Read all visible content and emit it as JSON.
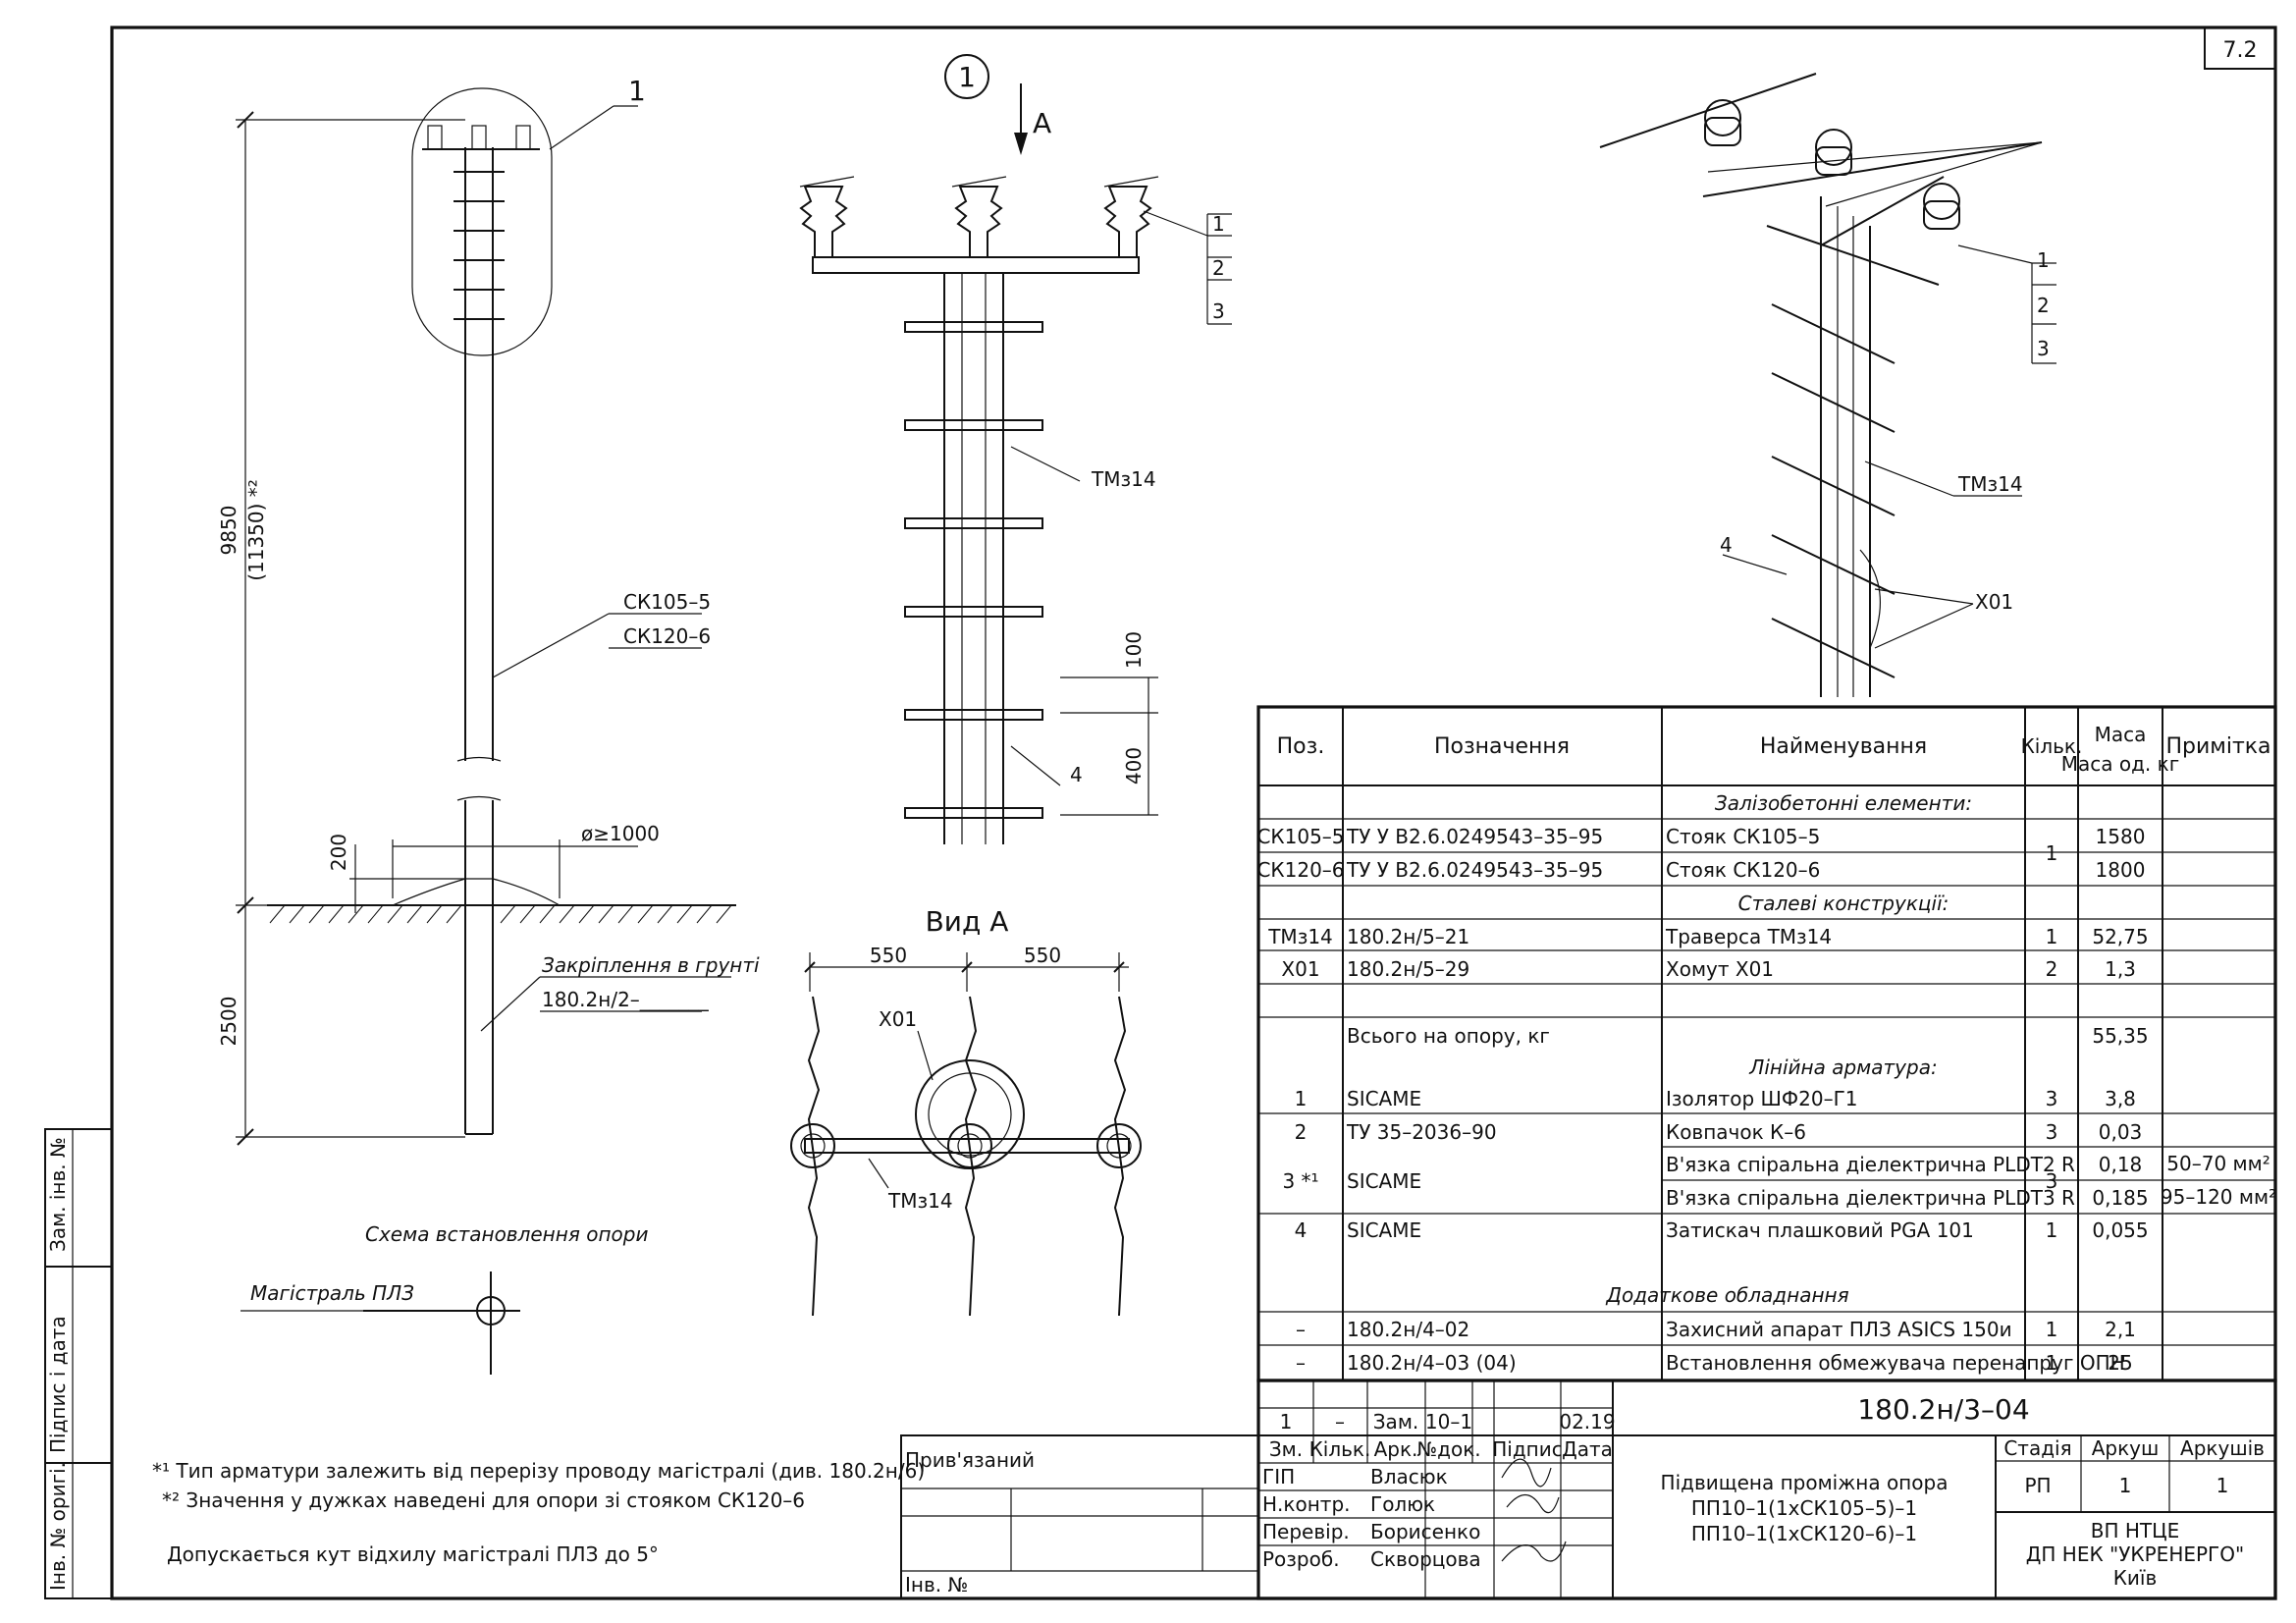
{
  "sheet_number": "7.2",
  "callout_1": "1",
  "callout_A": "A",
  "view_a_title": "Вид А",
  "pole": {
    "dim_total": "9850",
    "dim_total_alt": "(11350) *²",
    "dim_ground": "2500",
    "dim_mound": "200",
    "diameter": "ø≥1000",
    "type1": "СК105–5",
    "type2": "СК120–6",
    "anchoring": "Закріплення в грунті",
    "anchoring_ref": "180.2н/2–_______",
    "ref1": "1"
  },
  "front": {
    "pos1": "1",
    "pos2": "2",
    "pos3": "3",
    "traverse": "ТМз14",
    "dim100": "100",
    "dim400": "400",
    "pos4": "4"
  },
  "plan": {
    "dim_left": "550",
    "dim_right": "550",
    "clamp": "Х01",
    "traverse": "ТМз14"
  },
  "iso": {
    "pos1": "1",
    "pos2": "2",
    "pos3": "3",
    "pos4": "4",
    "traverse": "ТМз14",
    "clamp": "Х01"
  },
  "scheme": {
    "title": "Схема встановлення опори",
    "line": "Магістраль ПЛЗ"
  },
  "notes": {
    "n1": "*¹ Тип арматури залежить від перерізу проводу магістралі (див. 180.2н/6)",
    "n2": "*² Значення у дужках наведені для опори зі стояком СК120–6",
    "n3": "Допускається кут відхилу магістралі ПЛЗ до 5°"
  },
  "spec": {
    "headers": [
      "Поз.",
      "Позначення",
      "Найменування",
      "Кільк.",
      "Маса од. кг",
      "Примітка"
    ],
    "sec1": "Залізобетонні елементи:",
    "r1": [
      "СК105–5",
      "ТУ У В2.6.0249543–35–95",
      "Стояк СК105–5",
      "1",
      "1580",
      ""
    ],
    "r2": [
      "СК120–6",
      "ТУ У В2.6.0249543–35–95",
      "Стояк СК120–6",
      "",
      "1800",
      ""
    ],
    "sec2": "Сталеві конструкції:",
    "r3": [
      "ТМз14",
      "180.2н/5–21",
      "Траверса ТМз14",
      "1",
      "52,75",
      ""
    ],
    "r4": [
      "Х01",
      "180.2н/5–29",
      "Хомут Х01",
      "2",
      "1,3",
      ""
    ],
    "total_label": "Всього на опору, кг",
    "total_value": "55,35",
    "sec3": "Лінійна арматура:",
    "r5": [
      "1",
      "SICAME",
      "Ізолятор ШФ20–Г1",
      "3",
      "3,8",
      ""
    ],
    "r6": [
      "2",
      "ТУ 35–2036–90",
      "Ковпачок К–6",
      "3",
      "0,03",
      ""
    ],
    "r7a": [
      "3 *¹",
      "SICAME",
      "В'язка спіральна діелектрична PLDT2 R",
      "3",
      "0,18",
      "50–70 мм²"
    ],
    "r7b": [
      "",
      "",
      "В'язка спіральна діелектрична PLDT3 R",
      "",
      "0,185",
      "95–120 мм²"
    ],
    "r8": [
      "4",
      "SICAME",
      "Затискач плашковий PGA 101",
      "1",
      "0,055",
      ""
    ],
    "sec4": "Додаткове обладнання",
    "r9": [
      "–",
      "180.2н/4–02",
      "Захисний апарат ПЛЗ ASICS 150и",
      "1",
      "2,1",
      ""
    ],
    "r10": [
      "–",
      "180.2н/4–03 (04)",
      "Встановлення обмежувача перенапруг ОПН",
      "1",
      "25",
      ""
    ]
  },
  "title_block": {
    "rev": [
      "1",
      "–",
      "Зам.",
      "10–1",
      "",
      "02.19"
    ],
    "heads": [
      "Зм.",
      "Кільк.",
      "Арк.",
      "№док.",
      "Підпис",
      "Дата"
    ],
    "gip": "ГІП",
    "gip_name": "Власюк",
    "nkontr": "Н.контр.",
    "nkontr_name": "Голюк",
    "perevir": "Перевір.",
    "perevir_name": "Борисенко",
    "rozrob": "Розроб.",
    "rozrob_name": "Скворцова",
    "code": "180.2н/3–04",
    "desc1": "Підвищена проміжна опора",
    "desc2": "ПП10–1(1хСК105–5)–1",
    "desc3": "ПП10–1(1хСК120–6)–1",
    "stage_h": "Стадія",
    "sheet_h": "Аркуш",
    "sheets_h": "Аркушів",
    "stage": "РП",
    "sheet": "1",
    "sheets": "1",
    "org1": "ВП НТЦЕ",
    "org2": "ДП НЕК \"УКРЕНЕРГО\"",
    "org3": "Київ",
    "pryvyaz": "Прив'язаний",
    "inv": "Інв. №"
  },
  "side_stamp": {
    "zam": "Зам. інв. №",
    "pidpys": "Підпис і дата",
    "inv": "Інв. № оригі."
  }
}
